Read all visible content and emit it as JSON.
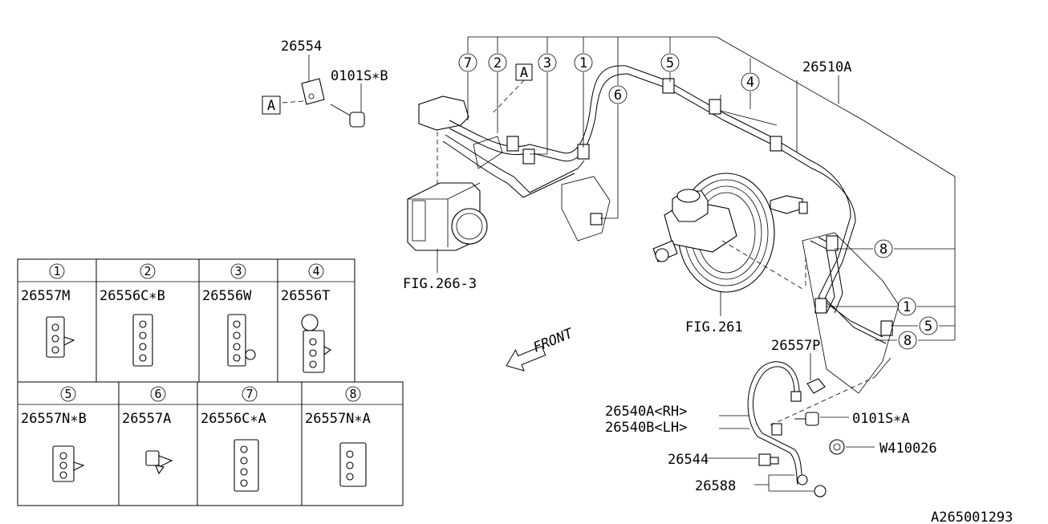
{
  "parts": {
    "p26554": "26554",
    "p0101S_B": "0101S∗B",
    "p26510A": "26510A",
    "fig266_3": "FIG.266-3",
    "fig261": "FIG.261",
    "p26557P": "26557P",
    "p26540A": "26540A<RH>",
    "p26540B": "26540B<LH>",
    "p0101S_A": "0101S∗A",
    "w410026": "W410026",
    "p26544": "26544",
    "p26588": "26588",
    "ref_a": "A",
    "front": "FRONT"
  },
  "callouts": [
    "7",
    "2",
    "3",
    "1",
    "5",
    "6",
    "4",
    "8",
    "1",
    "5",
    "8"
  ],
  "legend": [
    {
      "num": "1",
      "part": "26557M"
    },
    {
      "num": "2",
      "part": "26556C∗B"
    },
    {
      "num": "3",
      "part": "26556W"
    },
    {
      "num": "4",
      "part": "26556T"
    },
    {
      "num": "5",
      "part": "26557N∗B"
    },
    {
      "num": "6",
      "part": "26557A"
    },
    {
      "num": "7",
      "part": "26556C∗A"
    },
    {
      "num": "8",
      "part": "26557N∗A"
    }
  ],
  "diagram_id": "A265001293"
}
